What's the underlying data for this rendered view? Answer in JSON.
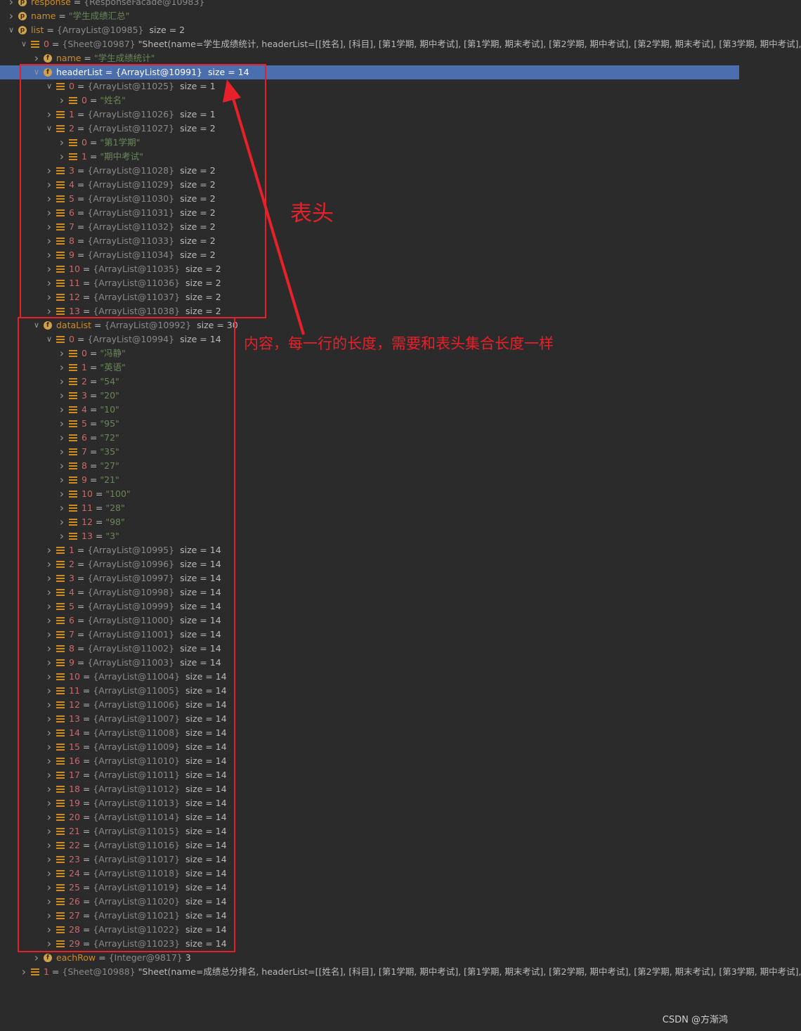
{
  "colors": {
    "background": "#2b2b2b",
    "selection": "#4b6eaf",
    "annotation_red": "#e8202a",
    "string_green": "#6a8759",
    "index_red": "#d06767",
    "field_orange": "#d08b25"
  },
  "rows": [
    {
      "d": 0,
      "chev": ">",
      "icon": "p",
      "name": "response",
      "nameType": "fld",
      "type": "{ResponseFacade@10983}"
    },
    {
      "d": 0,
      "chev": ">",
      "icon": "p",
      "name": "name",
      "nameType": "fld",
      "str": "\"学生成绩汇总\""
    },
    {
      "d": 0,
      "chev": "v",
      "icon": "p",
      "name": "list",
      "nameType": "fld",
      "type": "{ArrayList@10985}",
      "size": "size = 2"
    },
    {
      "d": 1,
      "chev": "v",
      "icon": "e",
      "name": "0",
      "nameType": "idx",
      "type": "{Sheet@10987}",
      "plain": "\"Sheet(name=学生成绩统计, headerList=[[姓名], [科目], [第1学期, 期中考试], [第1学期, 期末考试], [第2学期, 期中考试], [第2学期, 期末考试], [第3学期, 期中考试],"
    },
    {
      "d": 2,
      "chev": ">",
      "icon": "f",
      "name": "name",
      "nameType": "fld",
      "str": "\"学生成绩统计\""
    },
    {
      "d": 2,
      "chev": "v",
      "icon": "f",
      "name": "headerList",
      "nameType": "fld",
      "type": "{ArrayList@10991}",
      "size": "size = 14",
      "selected": true
    },
    {
      "d": 3,
      "chev": "v",
      "icon": "e",
      "name": "0",
      "nameType": "idx",
      "type": "{ArrayList@11025}",
      "size": "size = 1"
    },
    {
      "d": 4,
      "chev": ">",
      "icon": "e",
      "name": "0",
      "nameType": "idx",
      "str": "\"姓名\""
    },
    {
      "d": 3,
      "chev": ">",
      "icon": "e",
      "name": "1",
      "nameType": "idx",
      "type": "{ArrayList@11026}",
      "size": "size = 1"
    },
    {
      "d": 3,
      "chev": "v",
      "icon": "e",
      "name": "2",
      "nameType": "idx",
      "type": "{ArrayList@11027}",
      "size": "size = 2"
    },
    {
      "d": 4,
      "chev": ">",
      "icon": "e",
      "name": "0",
      "nameType": "idx",
      "str": "\"第1学期\""
    },
    {
      "d": 4,
      "chev": ">",
      "icon": "e",
      "name": "1",
      "nameType": "idx",
      "str": "\"期中考试\""
    },
    {
      "d": 3,
      "chev": ">",
      "icon": "e",
      "name": "3",
      "nameType": "idx",
      "type": "{ArrayList@11028}",
      "size": "size = 2"
    },
    {
      "d": 3,
      "chev": ">",
      "icon": "e",
      "name": "4",
      "nameType": "idx",
      "type": "{ArrayList@11029}",
      "size": "size = 2"
    },
    {
      "d": 3,
      "chev": ">",
      "icon": "e",
      "name": "5",
      "nameType": "idx",
      "type": "{ArrayList@11030}",
      "size": "size = 2"
    },
    {
      "d": 3,
      "chev": ">",
      "icon": "e",
      "name": "6",
      "nameType": "idx",
      "type": "{ArrayList@11031}",
      "size": "size = 2"
    },
    {
      "d": 3,
      "chev": ">",
      "icon": "e",
      "name": "7",
      "nameType": "idx",
      "type": "{ArrayList@11032}",
      "size": "size = 2"
    },
    {
      "d": 3,
      "chev": ">",
      "icon": "e",
      "name": "8",
      "nameType": "idx",
      "type": "{ArrayList@11033}",
      "size": "size = 2"
    },
    {
      "d": 3,
      "chev": ">",
      "icon": "e",
      "name": "9",
      "nameType": "idx",
      "type": "{ArrayList@11034}",
      "size": "size = 2"
    },
    {
      "d": 3,
      "chev": ">",
      "icon": "e",
      "name": "10",
      "nameType": "idx",
      "type": "{ArrayList@11035}",
      "size": "size = 2"
    },
    {
      "d": 3,
      "chev": ">",
      "icon": "e",
      "name": "11",
      "nameType": "idx",
      "type": "{ArrayList@11036}",
      "size": "size = 2"
    },
    {
      "d": 3,
      "chev": ">",
      "icon": "e",
      "name": "12",
      "nameType": "idx",
      "type": "{ArrayList@11037}",
      "size": "size = 2"
    },
    {
      "d": 3,
      "chev": ">",
      "icon": "e",
      "name": "13",
      "nameType": "idx",
      "type": "{ArrayList@11038}",
      "size": "size = 2"
    },
    {
      "d": 2,
      "chev": "v",
      "icon": "f",
      "name": "dataList",
      "nameType": "fld",
      "type": "{ArrayList@10992}",
      "size": "size = 30"
    },
    {
      "d": 3,
      "chev": "v",
      "icon": "e",
      "name": "0",
      "nameType": "idx",
      "type": "{ArrayList@10994}",
      "size": "size = 14"
    },
    {
      "d": 4,
      "chev": ">",
      "icon": "e",
      "name": "0",
      "nameType": "idx",
      "str": "\"冯静\""
    },
    {
      "d": 4,
      "chev": ">",
      "icon": "e",
      "name": "1",
      "nameType": "idx",
      "str": "\"英语\""
    },
    {
      "d": 4,
      "chev": ">",
      "icon": "e",
      "name": "2",
      "nameType": "idx",
      "str": "\"54\""
    },
    {
      "d": 4,
      "chev": ">",
      "icon": "e",
      "name": "3",
      "nameType": "idx",
      "str": "\"20\""
    },
    {
      "d": 4,
      "chev": ">",
      "icon": "e",
      "name": "4",
      "nameType": "idx",
      "str": "\"10\""
    },
    {
      "d": 4,
      "chev": ">",
      "icon": "e",
      "name": "5",
      "nameType": "idx",
      "str": "\"95\""
    },
    {
      "d": 4,
      "chev": ">",
      "icon": "e",
      "name": "6",
      "nameType": "idx",
      "str": "\"72\""
    },
    {
      "d": 4,
      "chev": ">",
      "icon": "e",
      "name": "7",
      "nameType": "idx",
      "str": "\"35\""
    },
    {
      "d": 4,
      "chev": ">",
      "icon": "e",
      "name": "8",
      "nameType": "idx",
      "str": "\"27\""
    },
    {
      "d": 4,
      "chev": ">",
      "icon": "e",
      "name": "9",
      "nameType": "idx",
      "str": "\"21\""
    },
    {
      "d": 4,
      "chev": ">",
      "icon": "e",
      "name": "10",
      "nameType": "idx",
      "str": "\"100\""
    },
    {
      "d": 4,
      "chev": ">",
      "icon": "e",
      "name": "11",
      "nameType": "idx",
      "str": "\"28\""
    },
    {
      "d": 4,
      "chev": ">",
      "icon": "e",
      "name": "12",
      "nameType": "idx",
      "str": "\"98\""
    },
    {
      "d": 4,
      "chev": ">",
      "icon": "e",
      "name": "13",
      "nameType": "idx",
      "str": "\"3\""
    },
    {
      "d": 3,
      "chev": ">",
      "icon": "e",
      "name": "1",
      "nameType": "idx",
      "type": "{ArrayList@10995}",
      "size": "size = 14"
    },
    {
      "d": 3,
      "chev": ">",
      "icon": "e",
      "name": "2",
      "nameType": "idx",
      "type": "{ArrayList@10996}",
      "size": "size = 14"
    },
    {
      "d": 3,
      "chev": ">",
      "icon": "e",
      "name": "3",
      "nameType": "idx",
      "type": "{ArrayList@10997}",
      "size": "size = 14"
    },
    {
      "d": 3,
      "chev": ">",
      "icon": "e",
      "name": "4",
      "nameType": "idx",
      "type": "{ArrayList@10998}",
      "size": "size = 14"
    },
    {
      "d": 3,
      "chev": ">",
      "icon": "e",
      "name": "5",
      "nameType": "idx",
      "type": "{ArrayList@10999}",
      "size": "size = 14"
    },
    {
      "d": 3,
      "chev": ">",
      "icon": "e",
      "name": "6",
      "nameType": "idx",
      "type": "{ArrayList@11000}",
      "size": "size = 14"
    },
    {
      "d": 3,
      "chev": ">",
      "icon": "e",
      "name": "7",
      "nameType": "idx",
      "type": "{ArrayList@11001}",
      "size": "size = 14"
    },
    {
      "d": 3,
      "chev": ">",
      "icon": "e",
      "name": "8",
      "nameType": "idx",
      "type": "{ArrayList@11002}",
      "size": "size = 14"
    },
    {
      "d": 3,
      "chev": ">",
      "icon": "e",
      "name": "9",
      "nameType": "idx",
      "type": "{ArrayList@11003}",
      "size": "size = 14"
    },
    {
      "d": 3,
      "chev": ">",
      "icon": "e",
      "name": "10",
      "nameType": "idx",
      "type": "{ArrayList@11004}",
      "size": "size = 14"
    },
    {
      "d": 3,
      "chev": ">",
      "icon": "e",
      "name": "11",
      "nameType": "idx",
      "type": "{ArrayList@11005}",
      "size": "size = 14"
    },
    {
      "d": 3,
      "chev": ">",
      "icon": "e",
      "name": "12",
      "nameType": "idx",
      "type": "{ArrayList@11006}",
      "size": "size = 14"
    },
    {
      "d": 3,
      "chev": ">",
      "icon": "e",
      "name": "13",
      "nameType": "idx",
      "type": "{ArrayList@11007}",
      "size": "size = 14"
    },
    {
      "d": 3,
      "chev": ">",
      "icon": "e",
      "name": "14",
      "nameType": "idx",
      "type": "{ArrayList@11008}",
      "size": "size = 14"
    },
    {
      "d": 3,
      "chev": ">",
      "icon": "e",
      "name": "15",
      "nameType": "idx",
      "type": "{ArrayList@11009}",
      "size": "size = 14"
    },
    {
      "d": 3,
      "chev": ">",
      "icon": "e",
      "name": "16",
      "nameType": "idx",
      "type": "{ArrayList@11010}",
      "size": "size = 14"
    },
    {
      "d": 3,
      "chev": ">",
      "icon": "e",
      "name": "17",
      "nameType": "idx",
      "type": "{ArrayList@11011}",
      "size": "size = 14"
    },
    {
      "d": 3,
      "chev": ">",
      "icon": "e",
      "name": "18",
      "nameType": "idx",
      "type": "{ArrayList@11012}",
      "size": "size = 14"
    },
    {
      "d": 3,
      "chev": ">",
      "icon": "e",
      "name": "19",
      "nameType": "idx",
      "type": "{ArrayList@11013}",
      "size": "size = 14"
    },
    {
      "d": 3,
      "chev": ">",
      "icon": "e",
      "name": "20",
      "nameType": "idx",
      "type": "{ArrayList@11014}",
      "size": "size = 14"
    },
    {
      "d": 3,
      "chev": ">",
      "icon": "e",
      "name": "21",
      "nameType": "idx",
      "type": "{ArrayList@11015}",
      "size": "size = 14"
    },
    {
      "d": 3,
      "chev": ">",
      "icon": "e",
      "name": "22",
      "nameType": "idx",
      "type": "{ArrayList@11016}",
      "size": "size = 14"
    },
    {
      "d": 3,
      "chev": ">",
      "icon": "e",
      "name": "23",
      "nameType": "idx",
      "type": "{ArrayList@11017}",
      "size": "size = 14"
    },
    {
      "d": 3,
      "chev": ">",
      "icon": "e",
      "name": "24",
      "nameType": "idx",
      "type": "{ArrayList@11018}",
      "size": "size = 14"
    },
    {
      "d": 3,
      "chev": ">",
      "icon": "e",
      "name": "25",
      "nameType": "idx",
      "type": "{ArrayList@11019}",
      "size": "size = 14"
    },
    {
      "d": 3,
      "chev": ">",
      "icon": "e",
      "name": "26",
      "nameType": "idx",
      "type": "{ArrayList@11020}",
      "size": "size = 14"
    },
    {
      "d": 3,
      "chev": ">",
      "icon": "e",
      "name": "27",
      "nameType": "idx",
      "type": "{ArrayList@11021}",
      "size": "size = 14"
    },
    {
      "d": 3,
      "chev": ">",
      "icon": "e",
      "name": "28",
      "nameType": "idx",
      "type": "{ArrayList@11022}",
      "size": "size = 14"
    },
    {
      "d": 3,
      "chev": ">",
      "icon": "e",
      "name": "29",
      "nameType": "idx",
      "type": "{ArrayList@11023}",
      "size": "size = 14"
    },
    {
      "d": 2,
      "chev": ">",
      "icon": "f",
      "name": "eachRow",
      "nameType": "fld",
      "type": "{Integer@9817}",
      "plain": "3"
    },
    {
      "d": 1,
      "chev": ">",
      "icon": "e",
      "name": "1",
      "nameType": "idx",
      "type": "{Sheet@10988}",
      "plain": "\"Sheet(name=成绩总分排名, headerList=[[姓名], [科目], [第1学期, 期中考试], [第1学期, 期末考试], [第2学期, 期中考试], [第2学期, 期末考试], [第3学期, 期中考试],"
    }
  ],
  "annotations": {
    "header_label": "表头",
    "content_label": "内容，每一行的长度，需要和表头集合长度一样"
  },
  "watermark": "CSDN @方渐鸿"
}
